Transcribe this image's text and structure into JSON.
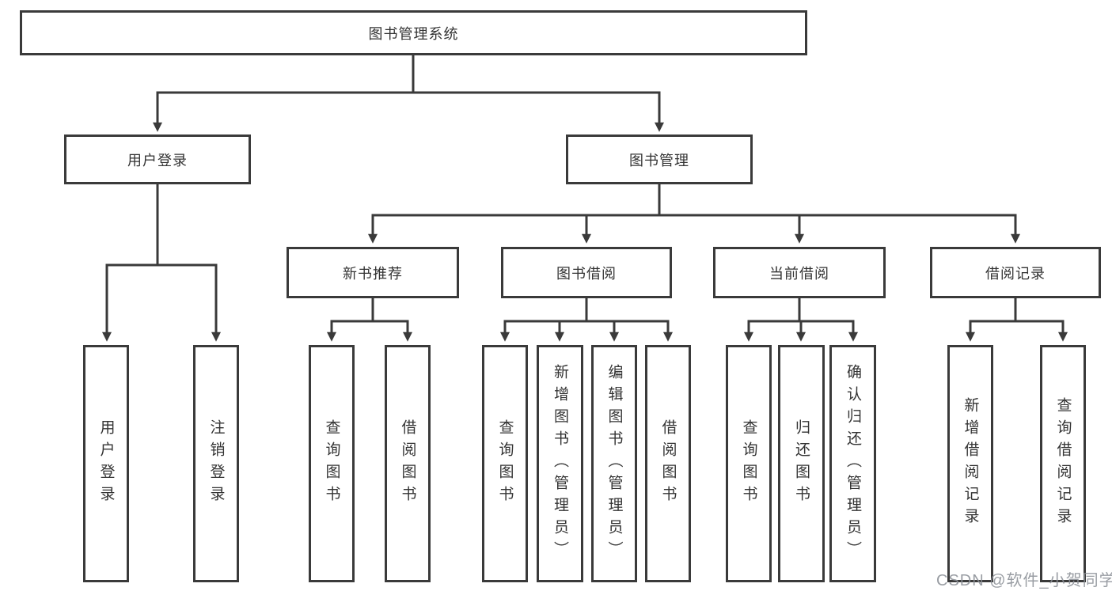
{
  "title": "图书管理系统",
  "colors": {
    "line": "#3a3a3a",
    "text": "#333333",
    "box_bg": "#ffffff",
    "watermark": "#8b8f96"
  },
  "tree": {
    "root": {
      "label": "图书管理系统"
    },
    "level2": [
      {
        "label": "用户登录"
      },
      {
        "label": "图书管理"
      }
    ],
    "level3": [
      {
        "label": "新书推荐"
      },
      {
        "label": "图书借阅"
      },
      {
        "label": "当前借阅"
      },
      {
        "label": "借阅记录"
      }
    ],
    "leaves": {
      "user": [
        "用户登录",
        "注销登录"
      ],
      "newbook": [
        "查询图书",
        "借阅图书"
      ],
      "borrow": [
        "查询图书",
        "新增图书（管理员）",
        "编辑图书（管理员）",
        "借阅图书"
      ],
      "current": [
        "查询图书",
        "归还图书",
        "确认归还（管理员）"
      ],
      "records": [
        "新增借阅记录",
        "查询借阅记录"
      ]
    }
  },
  "watermark": "CSDN @软件_小贺同学"
}
